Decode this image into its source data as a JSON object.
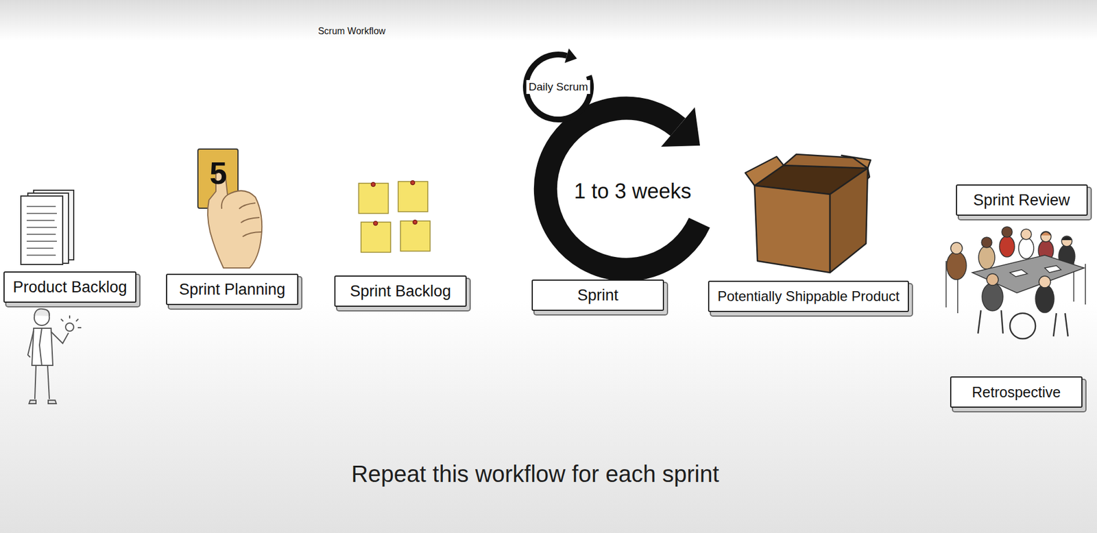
{
  "diagram": {
    "title": "Scrum Workflow",
    "caption": "Repeat this workflow for each sprint",
    "nodes": [
      {
        "text": [
          "Product Backlog"
        ]
      },
      {
        "text": [
          "Sprint Planning"
        ]
      },
      {
        "text": [
          "Sprint Backlog"
        ]
      },
      {
        "text": [
          "Sprint"
        ]
      },
      {
        "text": [
          "Potentially Shippable Product"
        ]
      },
      {
        "text": [
          "Sprint Review"
        ]
      },
      {
        "text": [
          "Retrospective"
        ]
      }
    ],
    "labels": [
      "5",
      "Daily Scrum",
      "1 to 3 weeks"
    ]
  }
}
